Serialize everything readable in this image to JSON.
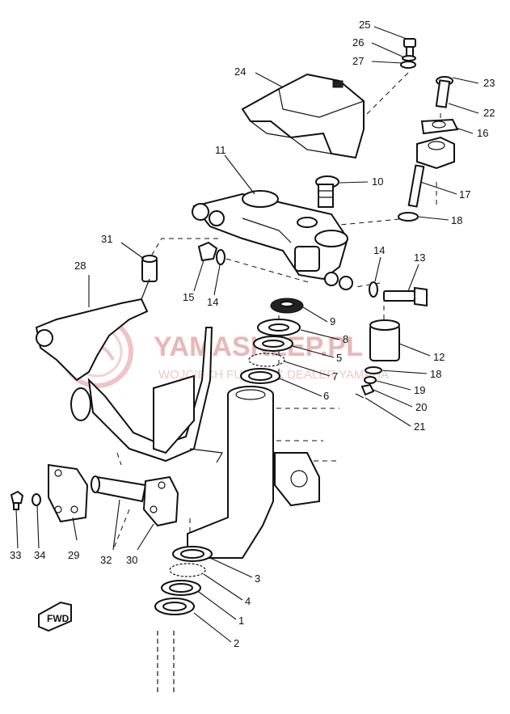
{
  "watermark": {
    "title": "YAMASKLEP.PL",
    "subtitle": "WOJCIECH FURCZYK DEALER YAMAHA",
    "color": "#e8b7b7"
  },
  "fwd_label": "FWD",
  "callouts": [
    {
      "id": "c1",
      "label": "1"
    },
    {
      "id": "c2",
      "label": "2"
    },
    {
      "id": "c3",
      "label": "3"
    },
    {
      "id": "c4",
      "label": "4"
    },
    {
      "id": "c5",
      "label": "5"
    },
    {
      "id": "c6",
      "label": "6"
    },
    {
      "id": "c7",
      "label": "7"
    },
    {
      "id": "c8",
      "label": "8"
    },
    {
      "id": "c9",
      "label": "9"
    },
    {
      "id": "c10",
      "label": "10"
    },
    {
      "id": "c11",
      "label": "11"
    },
    {
      "id": "c12",
      "label": "12"
    },
    {
      "id": "c13",
      "label": "13"
    },
    {
      "id": "c14a",
      "label": "14"
    },
    {
      "id": "c14b",
      "label": "14"
    },
    {
      "id": "c15",
      "label": "15"
    },
    {
      "id": "c16",
      "label": "16"
    },
    {
      "id": "c17",
      "label": "17"
    },
    {
      "id": "c18a",
      "label": "18"
    },
    {
      "id": "c18b",
      "label": "18"
    },
    {
      "id": "c19",
      "label": "19"
    },
    {
      "id": "c20",
      "label": "20"
    },
    {
      "id": "c21",
      "label": "21"
    },
    {
      "id": "c22",
      "label": "22"
    },
    {
      "id": "c23",
      "label": "23"
    },
    {
      "id": "c24",
      "label": "24"
    },
    {
      "id": "c25",
      "label": "25"
    },
    {
      "id": "c26",
      "label": "26"
    },
    {
      "id": "c27",
      "label": "27"
    },
    {
      "id": "c28",
      "label": "28"
    },
    {
      "id": "c29",
      "label": "29"
    },
    {
      "id": "c30",
      "label": "30"
    },
    {
      "id": "c31",
      "label": "31"
    },
    {
      "id": "c32",
      "label": "32"
    },
    {
      "id": "c33",
      "label": "33"
    },
    {
      "id": "c34",
      "label": "34"
    }
  ]
}
